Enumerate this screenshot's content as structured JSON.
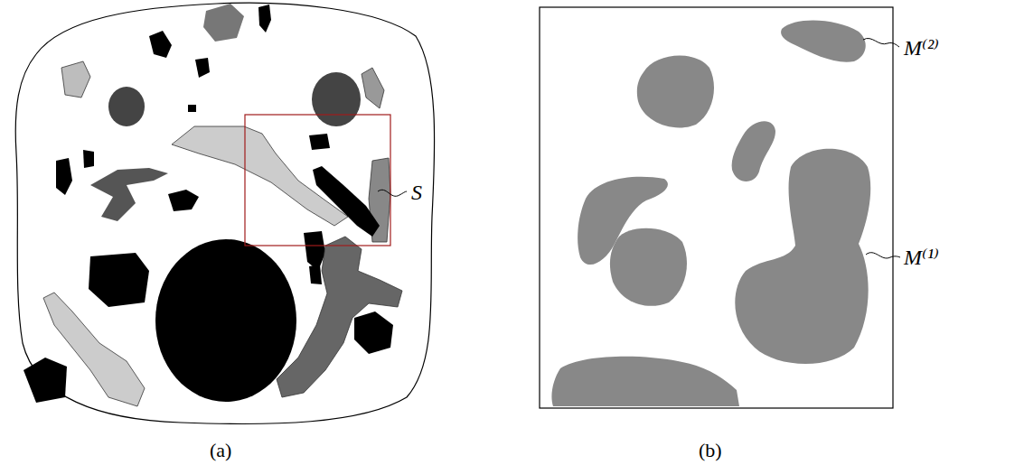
{
  "diagram": {
    "labels": [
      "S",
      "M⁽²⁾",
      "M⁽¹⁾",
      "(a)",
      "(b)"
    ]
  }
}
